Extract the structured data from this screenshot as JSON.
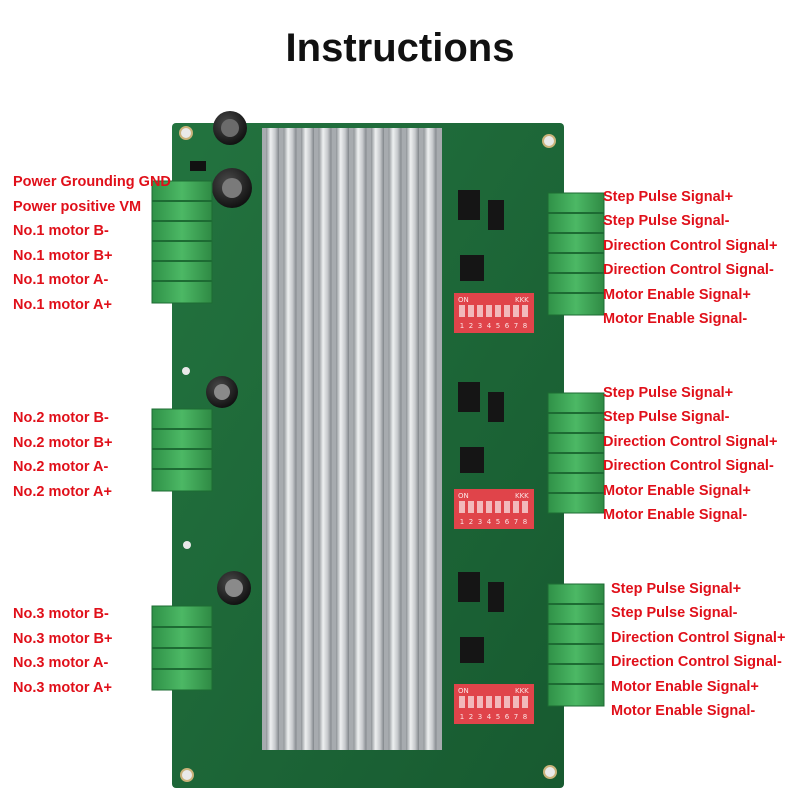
{
  "title": "Instructions",
  "left_groups": [
    {
      "labels": [
        "Power Grounding GND",
        "Power positive VM",
        "No.1 motor B-",
        "No.1 motor B+",
        "No.1 motor A-",
        "No.1 motor A+"
      ]
    },
    {
      "labels": [
        "No.2 motor B-",
        "No.2 motor B+",
        "No.2 motor A-",
        "No.2 motor A+"
      ]
    },
    {
      "labels": [
        "No.3 motor B-",
        "No.3 motor B+",
        "No.3 motor A-",
        "No.3 motor A+"
      ]
    }
  ],
  "right_groups": [
    {
      "labels": [
        "Step Pulse Signal+",
        "Step Pulse Signal-",
        "Direction Control Signal+",
        "Direction Control Signal-",
        "Motor Enable Signal+",
        "Motor Enable Signal-"
      ]
    },
    {
      "labels": [
        "Step Pulse Signal+",
        "Step Pulse Signal-",
        "Direction Control Signal+",
        "Direction Control Signal-",
        "Motor Enable Signal+",
        "Motor Enable Signal-"
      ]
    },
    {
      "labels": [
        "Step Pulse Signal+",
        "Step Pulse Signal-",
        "Direction Control Signal+",
        "Direction Control Signal-",
        "Motor Enable Signal+",
        "Motor Enable Signal-"
      ]
    }
  ],
  "dip_switch": {
    "on": "ON",
    "brand": "KKK",
    "numbers": [
      "1",
      "2",
      "3",
      "4",
      "5",
      "6",
      "7",
      "8"
    ]
  },
  "colors": {
    "label": "#e0101a",
    "pcb": "#1f6a3a",
    "terminal": "#3aa655",
    "dip": "#e0444a",
    "heatsink": "#c9ccd0"
  }
}
